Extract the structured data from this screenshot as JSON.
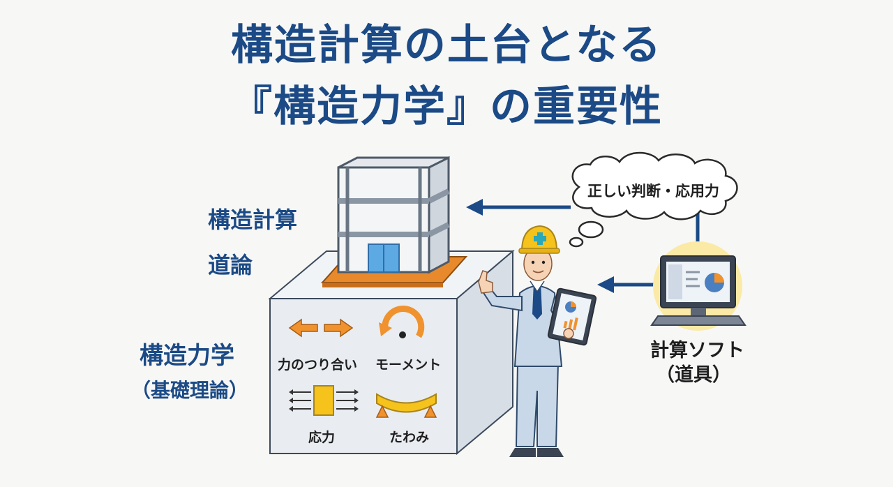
{
  "title": {
    "line1": "構造計算の土台となる",
    "line2": "『構造力学』の重要性"
  },
  "left_labels": {
    "calc": "構造計算",
    "theory": "道論",
    "mechanics": "構造力学",
    "basic": "（基礎理論）"
  },
  "concepts": {
    "balance": "力のつり合い",
    "moment": "モーメント",
    "stress": "応力",
    "deflection": "たわみ"
  },
  "thought_bubble": "正しい判断・応用力",
  "software": {
    "line1": "計算ソフト",
    "line2": "（道具）"
  },
  "colors": {
    "title_blue": "#1b4a86",
    "accent_orange": "#f0922e",
    "block_gray": "#e9edf2",
    "helmet_yellow": "#f6c21c"
  }
}
